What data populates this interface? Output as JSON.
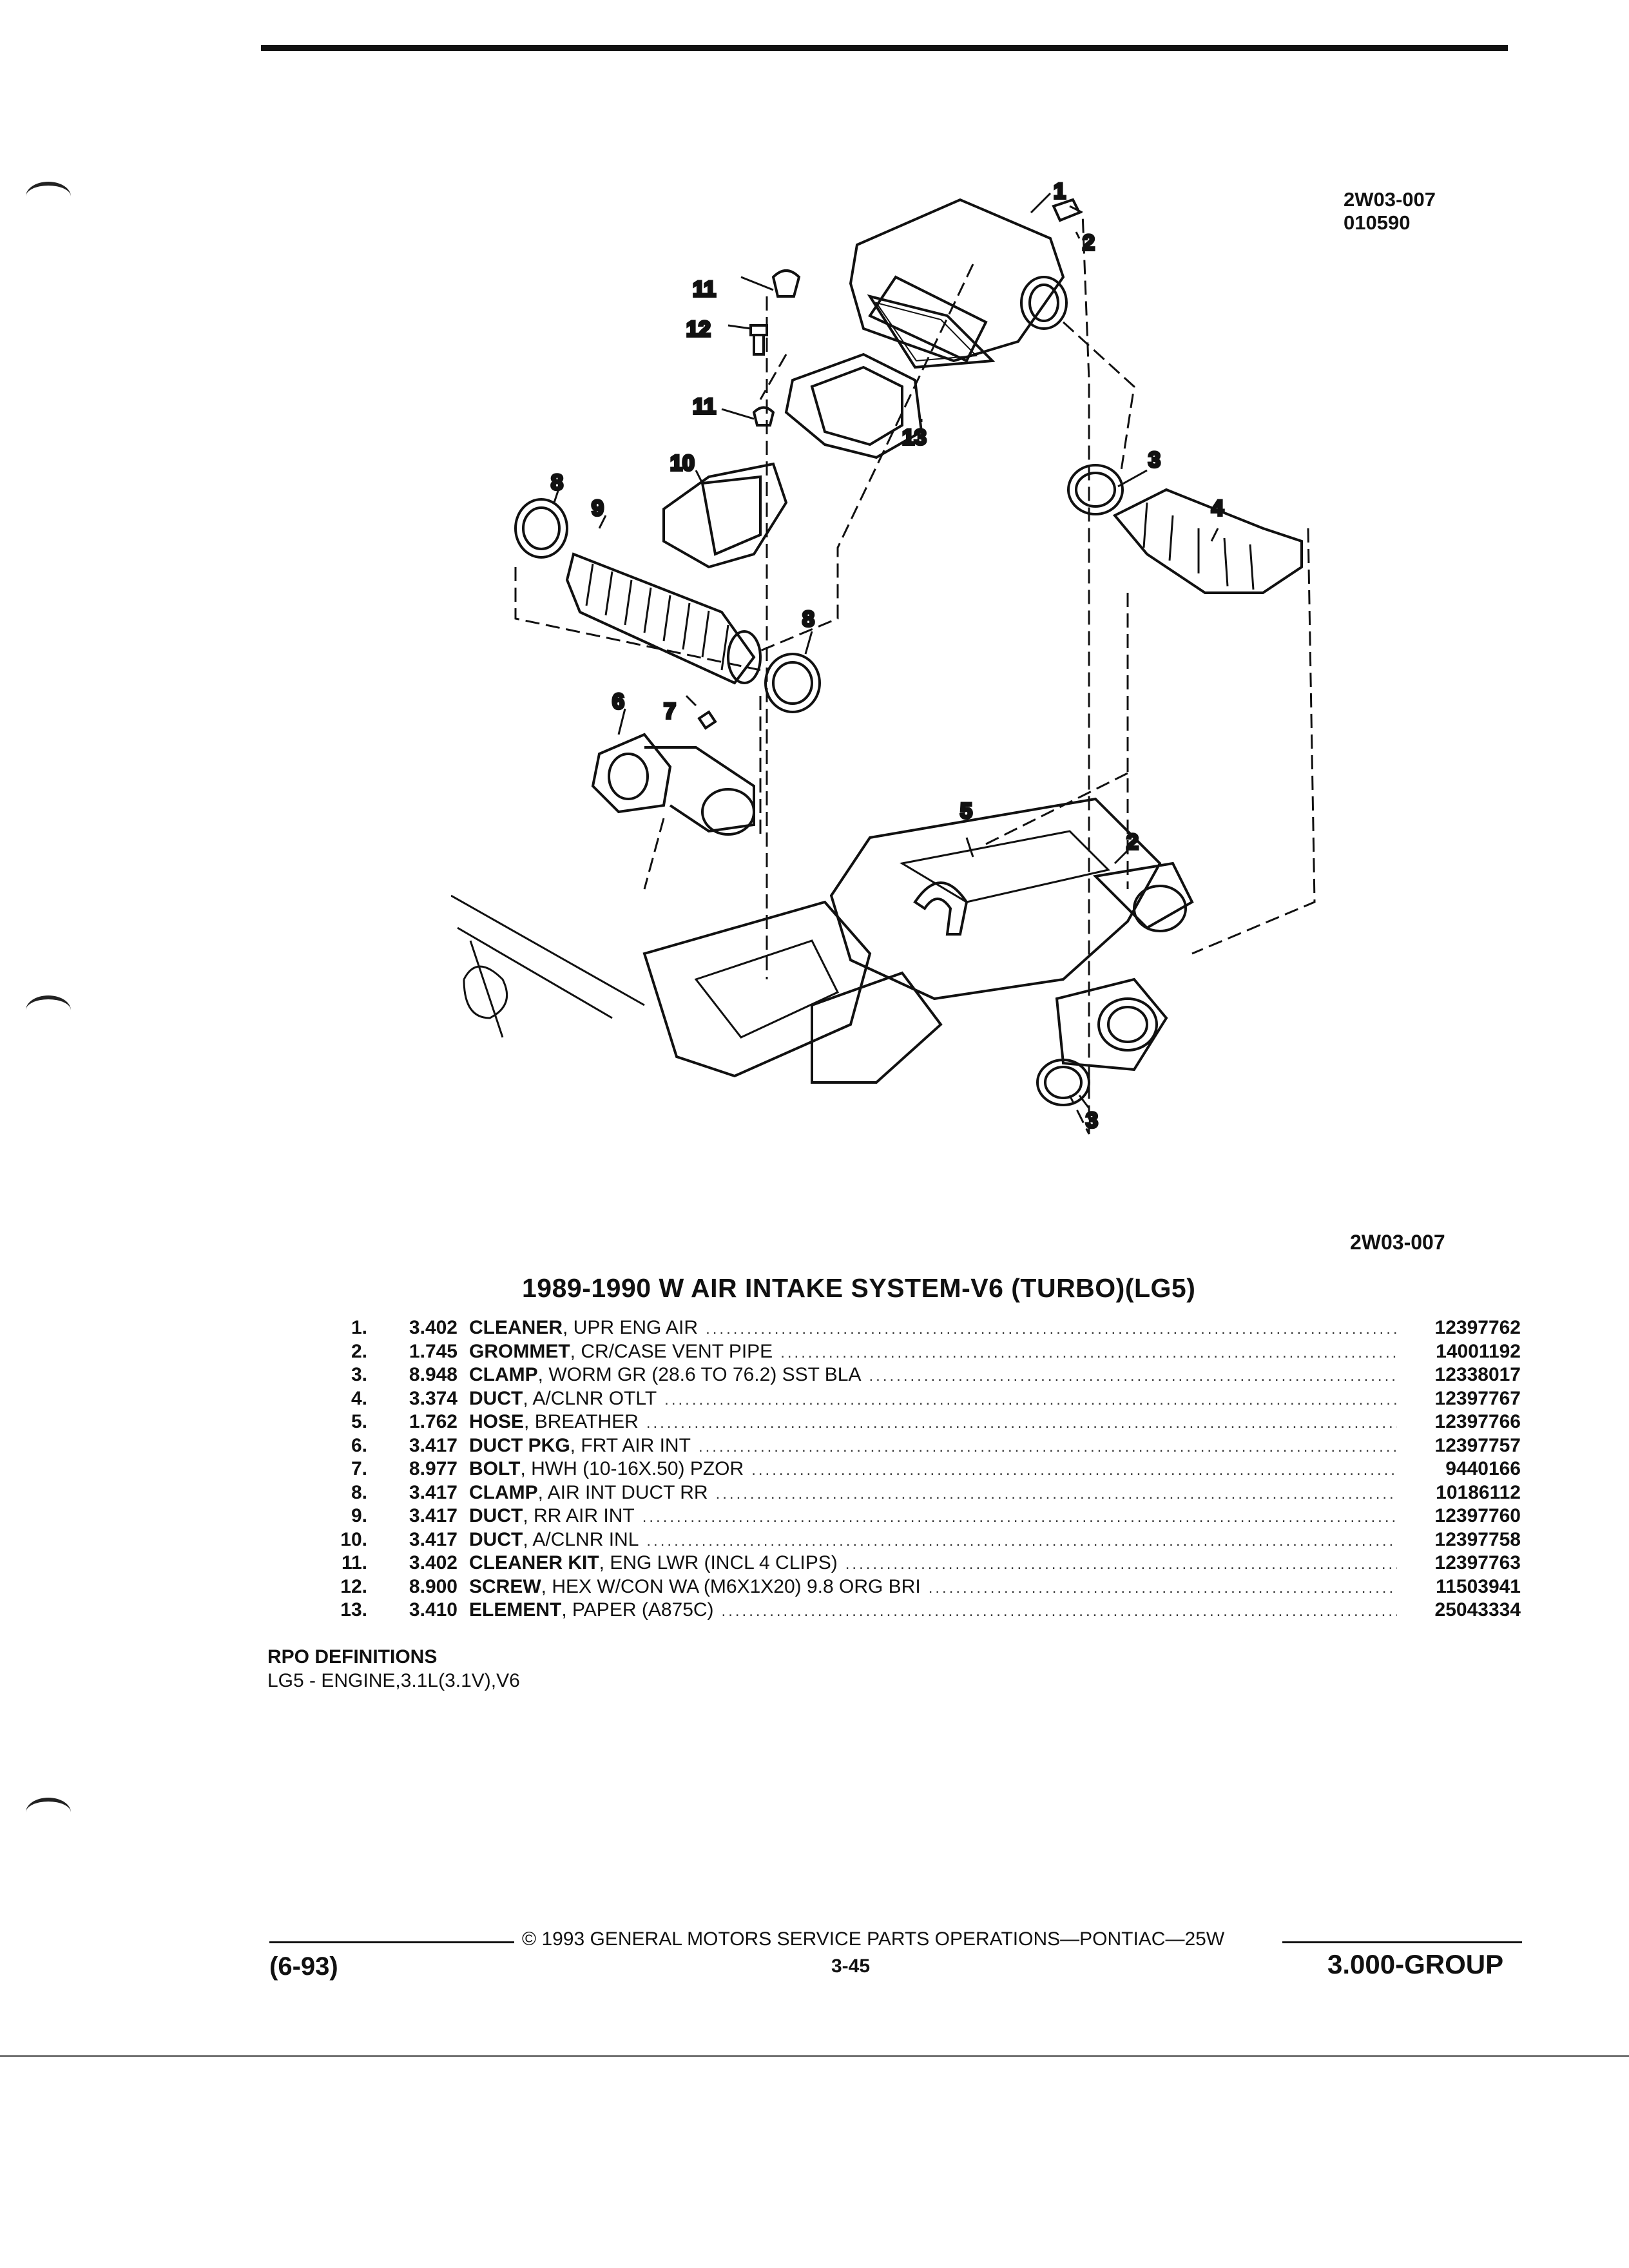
{
  "figure": {
    "code_top": "2W03-007",
    "date_code": "010590",
    "code_bottom": "2W03-007",
    "callouts": [
      "1",
      "2",
      "2",
      "3",
      "3",
      "4",
      "5",
      "6",
      "7",
      "8",
      "8",
      "9",
      "10",
      "11",
      "11",
      "12",
      "13"
    ]
  },
  "title": "1989-1990 W AIR INTAKE SYSTEM-V6 (TURBO)(LG5)",
  "parts": [
    {
      "num": "1.",
      "code": "3.402",
      "name": "CLEANER",
      "desc": ", UPR ENG AIR",
      "part_no": "12397762"
    },
    {
      "num": "2.",
      "code": "1.745",
      "name": "GROMMET",
      "desc": ", CR/CASE VENT PIPE",
      "part_no": "14001192"
    },
    {
      "num": "3.",
      "code": "8.948",
      "name": "CLAMP",
      "desc": ", WORM GR (28.6 TO 76.2) SST BLA",
      "part_no": "12338017"
    },
    {
      "num": "4.",
      "code": "3.374",
      "name": "DUCT",
      "desc": ", A/CLNR OTLT",
      "part_no": "12397767"
    },
    {
      "num": "5.",
      "code": "1.762",
      "name": "HOSE",
      "desc": ", BREATHER",
      "part_no": "12397766"
    },
    {
      "num": "6.",
      "code": "3.417",
      "name": "DUCT PKG",
      "desc": ", FRT AIR INT",
      "part_no": "12397757"
    },
    {
      "num": "7.",
      "code": "8.977",
      "name": "BOLT",
      "desc": ", HWH (10-16X.50) PZOR",
      "part_no": "9440166"
    },
    {
      "num": "8.",
      "code": "3.417",
      "name": "CLAMP",
      "desc": ", AIR INT DUCT RR",
      "part_no": "10186112"
    },
    {
      "num": "9.",
      "code": "3.417",
      "name": "DUCT",
      "desc": ", RR AIR INT",
      "part_no": "12397760"
    },
    {
      "num": "10.",
      "code": "3.417",
      "name": "DUCT",
      "desc": ", A/CLNR INL",
      "part_no": "12397758"
    },
    {
      "num": "11.",
      "code": "3.402",
      "name": "CLEANER KIT",
      "desc": ", ENG LWR (INCL 4 CLIPS)",
      "part_no": "12397763"
    },
    {
      "num": "12.",
      "code": "8.900",
      "name": "SCREW",
      "desc": ", HEX W/CON WA (M6X1X20) 9.8 ORG BRI",
      "part_no": "11503941"
    },
    {
      "num": "13.",
      "code": "3.410",
      "name": "ELEMENT",
      "desc": ", PAPER (A875C)",
      "part_no": "25043334"
    }
  ],
  "rpo": {
    "heading": "RPO DEFINITIONS",
    "definition": "LG5 - ENGINE,3.1L(3.1V),V6"
  },
  "footer": {
    "copyright": "© 1993 GENERAL MOTORS SERVICE PARTS OPERATIONS—PONTIAC—25W",
    "page": "3-45",
    "date": "(6-93)",
    "group": "3.000-GROUP"
  }
}
